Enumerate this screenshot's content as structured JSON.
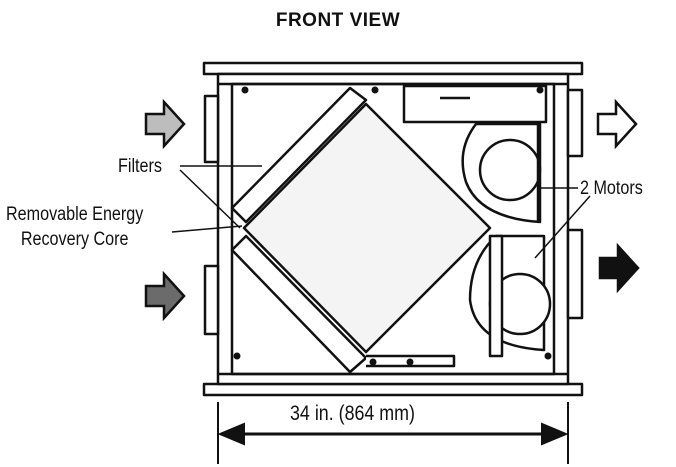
{
  "title": "FRONT VIEW",
  "labels": {
    "filters": "Filters",
    "core_line1": "Removable Energy",
    "core_line2": "Recovery Core",
    "motors": "2 Motors",
    "width": "34 in. (864 mm)"
  },
  "arrows": [
    {
      "name": "fresh-air-inlet-arrow",
      "fill": "#bdbdbd",
      "style": "filled-light"
    },
    {
      "name": "stale-air-inlet-arrow",
      "fill": "#6b6b6b",
      "style": "filled-dark"
    },
    {
      "name": "exhaust-outlet-arrow",
      "fill": "#ffffff",
      "style": "outline"
    },
    {
      "name": "supply-outlet-arrow",
      "fill": "#111111",
      "style": "filled-black"
    }
  ]
}
